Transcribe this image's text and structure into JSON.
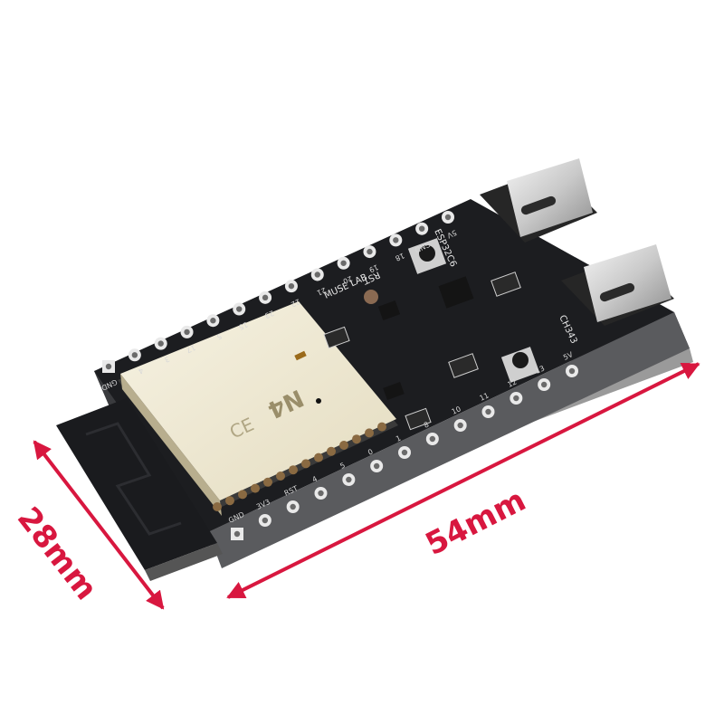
{
  "image": {
    "subject": "ESP32-C6 development board with dual USB-C ports",
    "background_color": "#ffffff"
  },
  "dimensions": {
    "width_label": "28mm",
    "length_label": "54mm",
    "arrow_color": "#d8173f"
  },
  "board": {
    "pcb_color": "#1c1d20",
    "brand_label": "MUSE LAB",
    "board_name_label": "ESP32C6",
    "usb_labels": [
      "5V",
      "CH343"
    ],
    "module_label": "N4",
    "rst_label": "RST",
    "top_pin_labels": [
      "GND",
      "4",
      "3",
      "17",
      "5",
      "15",
      "23",
      "22",
      "21",
      "20",
      "19",
      "18",
      "GND",
      "5V"
    ],
    "bottom_pin_labels": [
      "GND",
      "3V3",
      "RST",
      "4",
      "5",
      "0",
      "1",
      "8",
      "10",
      "11",
      "12",
      "13",
      "5V"
    ]
  }
}
